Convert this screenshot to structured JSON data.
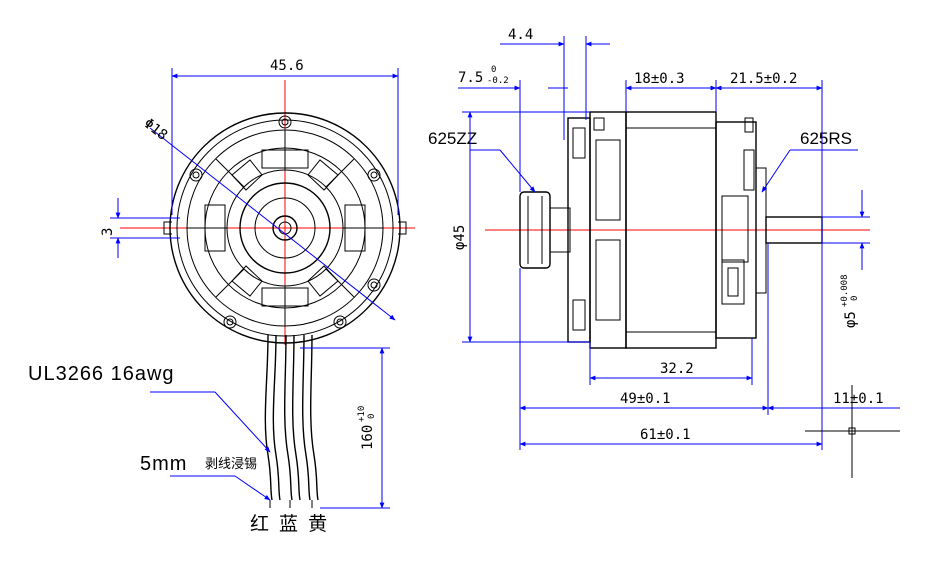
{
  "dimensions": {
    "width_45_6": "45.6",
    "dia_18": "Φ18",
    "offset_3": "3",
    "shaft_4_4": "4.4",
    "tol_7_5_main": "7.5",
    "tol_7_5_upper": "0",
    "tol_7_5_lower": "-0.2",
    "len_18": "18±0.3",
    "len_21_5": "21.5±0.2",
    "dia_45": "φ45",
    "len_32_2": "32.2",
    "len_49": "49±0.1",
    "len_11": "11±0.1",
    "len_61": "61±0.1",
    "dia_5_main": "φ5",
    "dia_5_upper": "+0.008",
    "dia_5_lower": "0",
    "wire_160_main": "160",
    "wire_160_upper": "+10",
    "wire_160_lower": "0"
  },
  "labels": {
    "bearing_front": "625ZZ",
    "bearing_rear": "625RS",
    "wire_type": "UL3266  16awg",
    "strip_main": "5mm",
    "strip_cn": "剥线浸锡",
    "wire_colors": "红 蓝 黄"
  }
}
